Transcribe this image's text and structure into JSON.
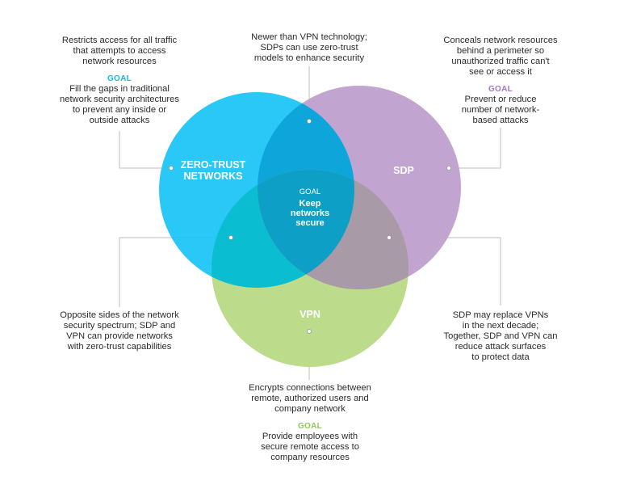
{
  "circles": {
    "zero_trust": {
      "label": "ZERO-TRUST\nNETWORKS",
      "color": "#1ec5f5"
    },
    "sdp": {
      "label": "SDP",
      "color": "#bea0cd"
    },
    "vpn": {
      "label": "VPN",
      "color": "#bcdc8c"
    }
  },
  "center": {
    "goal_word": "GOAL",
    "text": "Keep\nnetworks\nsecure"
  },
  "notes": {
    "zero_trust": {
      "desc": "Restricts access for all traffic\nthat attempts to access\nnetwork resources",
      "goal_word": "GOAL",
      "goal": "Fill the gaps in traditional\nnetwork security architectures\nto prevent any inside or\noutside attacks"
    },
    "zt_sdp": {
      "desc": "Newer than VPN technology;\nSDPs can use zero-trust\nmodels to enhance security"
    },
    "sdp": {
      "desc": "Conceals network resources\nbehind a perimeter so\nunauthorized traffic can't\nsee or access it",
      "goal_word": "GOAL",
      "goal": "Prevent or reduce\nnumber of network-\nbased attacks"
    },
    "zt_vpn": {
      "desc": "Opposite sides of the network\nsecurity spectrum; SDP and\nVPN can provide networks\nwith zero-trust capabilities"
    },
    "sdp_vpn": {
      "desc": "SDP may replace VPNs\nin the next decade;\nTogether, SDP and VPN can\nreduce attack surfaces\nto protect data"
    },
    "vpn": {
      "desc": "Encrypts connections between\nremote, authorized users and\ncompany network",
      "goal_word": "GOAL",
      "goal": "Provide employees with\nsecure remote access to\ncompany resources"
    }
  },
  "colors": {
    "goal_blue": "#1bb7ec",
    "goal_purple": "#a678bf",
    "goal_green": "#8fc85d",
    "connector": "#b9b9b9"
  }
}
